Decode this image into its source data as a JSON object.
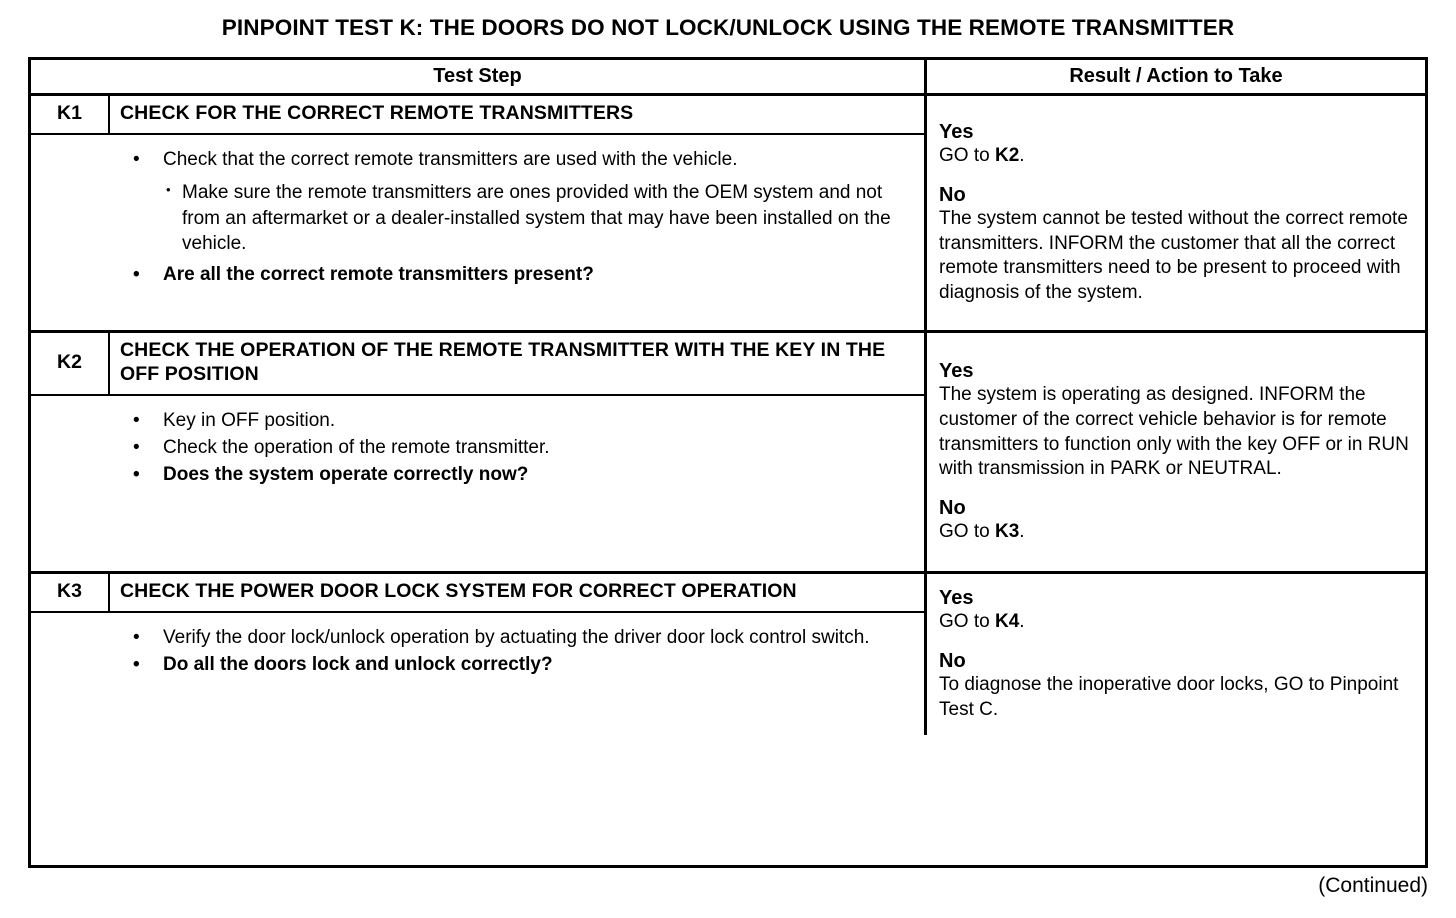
{
  "title": "PINPOINT TEST K: THE DOORS DO NOT LOCK/UNLOCK USING THE REMOTE TRANSMITTER",
  "table": {
    "headers": {
      "test_step": "Test Step",
      "result_action": "Result / Action to Take"
    },
    "steps": [
      {
        "id": "K1",
        "title": "CHECK FOR THE CORRECT REMOTE TRANSMITTERS",
        "bullets": [
          {
            "level": 1,
            "bold": false,
            "text": "Check that the correct remote transmitters are used with the vehicle."
          },
          {
            "level": 2,
            "bold": false,
            "text": "Make sure the remote transmitters are ones provided with the OEM system and not from an aftermarket or a dealer-installed system that may have been installed on the vehicle."
          },
          {
            "level": 1,
            "bold": true,
            "text": "Are all the correct remote transmitters present?"
          }
        ],
        "results": [
          {
            "label": "Yes",
            "pre": "GO to ",
            "strong": "K2",
            "post": "."
          },
          {
            "label": "No",
            "pre": "The system cannot be tested without the correct remote transmitters. INFORM the customer that all the correct remote transmitters need to be present to proceed with diagnosis of the system.",
            "strong": "",
            "post": ""
          }
        ]
      },
      {
        "id": "K2",
        "title": "CHECK THE OPERATION OF THE REMOTE TRANSMITTER WITH THE KEY IN THE OFF POSITION",
        "bullets": [
          {
            "level": 1,
            "bold": false,
            "text": "Key in OFF position."
          },
          {
            "level": 1,
            "bold": false,
            "text": "Check the operation of the remote transmitter."
          },
          {
            "level": 1,
            "bold": true,
            "text": "Does the system operate correctly now?"
          }
        ],
        "results": [
          {
            "label": "Yes",
            "pre": "The system is operating as designed. INFORM the customer of the correct vehicle behavior is for remote transmitters to function only with the key OFF or in RUN with transmission in PARK or NEUTRAL.",
            "strong": "",
            "post": ""
          },
          {
            "label": "No",
            "pre": "GO to ",
            "strong": "K3",
            "post": "."
          }
        ]
      },
      {
        "id": "K3",
        "title": "CHECK THE POWER DOOR LOCK SYSTEM FOR CORRECT OPERATION",
        "bullets": [
          {
            "level": 1,
            "bold": false,
            "text": "Verify the door lock/unlock operation by actuating the driver door lock control switch."
          },
          {
            "level": 1,
            "bold": true,
            "text": "Do all the doors lock and unlock correctly?"
          }
        ],
        "results": [
          {
            "label": "Yes",
            "pre": "GO to ",
            "strong": "K4",
            "post": "."
          },
          {
            "label": "No",
            "pre": "To diagnose the inoperative door locks, GO to Pinpoint Test C.",
            "strong": "",
            "post": ""
          }
        ]
      }
    ]
  },
  "footer": {
    "continued": "(Continued)"
  },
  "bullet_glyphs": {
    "level1": "•",
    "level2": "•"
  },
  "colors": {
    "ink": "#000000",
    "page": "#ffffff"
  }
}
